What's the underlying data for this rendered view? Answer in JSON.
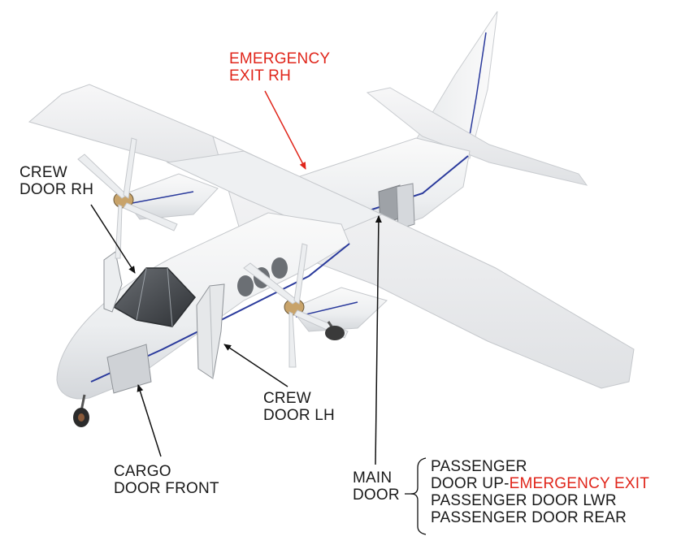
{
  "labels": {
    "emergency_exit_rh": {
      "line1": "EMERGENCY",
      "line2": "EXIT RH"
    },
    "crew_door_rh": {
      "line1": "CREW",
      "line2": "DOOR RH"
    },
    "crew_door_lh": {
      "line1": "CREW",
      "line2": "DOOR LH"
    },
    "cargo_door_front": {
      "line1": "CARGO",
      "line2": "DOOR FRONT"
    },
    "main_door": {
      "line1": "MAIN",
      "line2": "DOOR",
      "items": [
        {
          "text": "PASSENGER"
        },
        {
          "text": "DOOR UP-",
          "highlight": "EMERGENCY EXIT"
        },
        {
          "text": "PASSENGER DOOR LWR"
        },
        {
          "text": "PASSENGER DOOR REAR"
        }
      ]
    }
  },
  "colors": {
    "highlight": "#e0261b",
    "text": "#1a1a1a",
    "airframe": "#f1f2f3",
    "stripe": "#2a3a9c"
  }
}
